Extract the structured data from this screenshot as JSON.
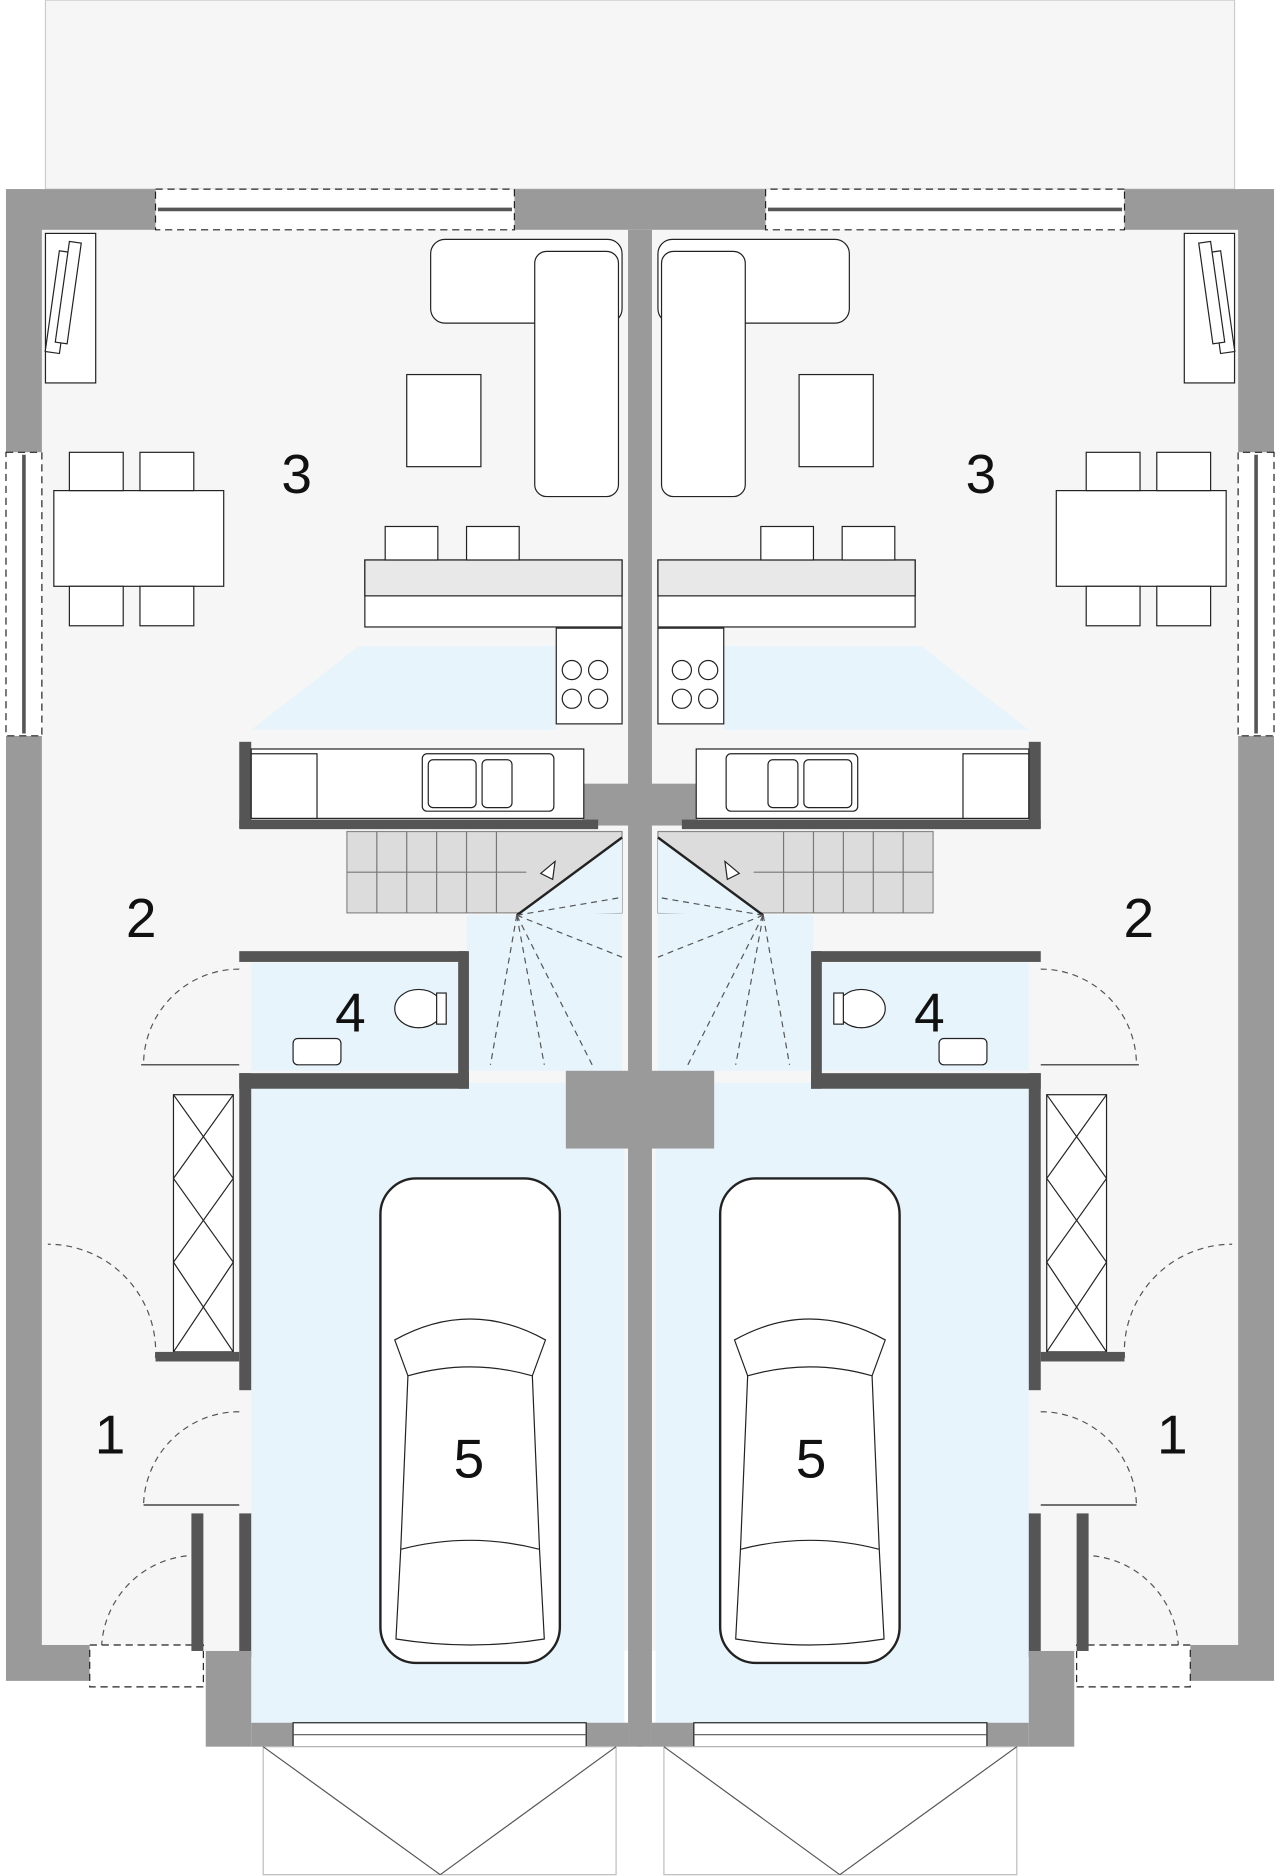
{
  "plan": {
    "colors": {
      "wall": "#9a9a9a",
      "floor": "#f6f6f6",
      "wet": "#e7f4fc",
      "line": "#222222",
      "stairs": "#dcdcdc"
    },
    "rooms": {
      "left": {
        "hall": "1",
        "corridor": "2",
        "living": "3",
        "wc": "4",
        "garage": "5"
      },
      "right": {
        "hall": "1",
        "corridor": "2",
        "living": "3",
        "wc": "4",
        "garage": "5"
      }
    }
  }
}
